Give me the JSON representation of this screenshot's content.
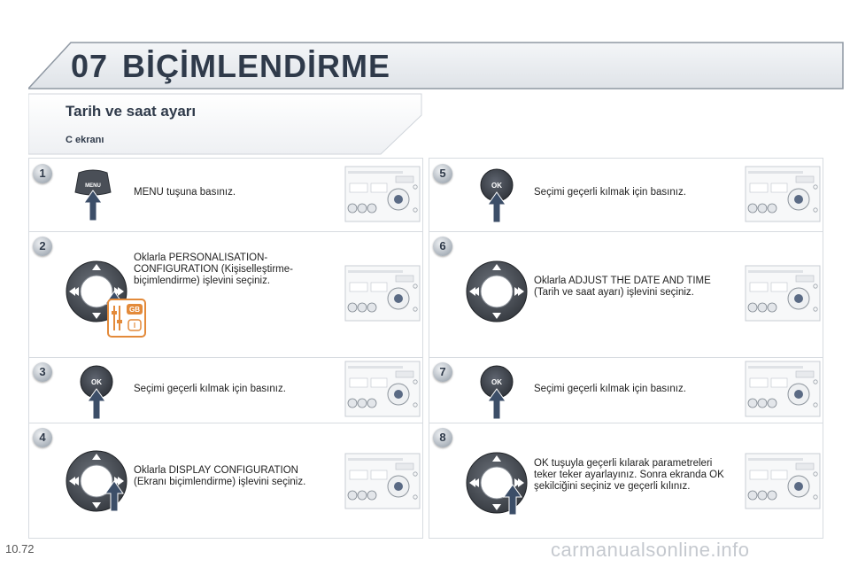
{
  "header": {
    "chapter_number": "07",
    "chapter_title": "BİÇİMLENDİRME"
  },
  "section": {
    "title": "Tarih ve saat ayarı",
    "screen_label": "C ekranı"
  },
  "icons": {
    "menu_button": "menu-button-icon",
    "ok_button": "ok-button-icon",
    "dpad": "direction-pad-icon",
    "arrow": "press-arrow-icon",
    "radio": "car-radio-icon",
    "eq": "equalizer-settings-icon"
  },
  "labels": {
    "menu_key": "MENU",
    "ok_key": "OK",
    "eq_top": "GB",
    "eq_bottom": "I"
  },
  "colors": {
    "accent": "#2f3a4a",
    "badge": "#aab2bb",
    "eq_orange": "#e38a3a"
  },
  "steps": [
    {
      "number": "1",
      "text": "MENU tuşuna basınız."
    },
    {
      "number": "2",
      "text": "Oklarla PERSONALISATION-CONFIGURATION (Kişiselleştirme-biçimlendirme) işlevini seçiniz."
    },
    {
      "number": "3",
      "text": "Seçimi geçerli kılmak için basınız."
    },
    {
      "number": "4",
      "text": "Oklarla DISPLAY CONFIGURATION (Ekranı biçimlendirme) işlevini seçiniz."
    },
    {
      "number": "5",
      "text": "Seçimi geçerli kılmak için basınız."
    },
    {
      "number": "6",
      "text": "Oklarla ADJUST THE DATE AND TIME (Tarih ve saat ayarı) işlevini seçiniz."
    },
    {
      "number": "7",
      "text": "Seçimi geçerli kılmak için basınız."
    },
    {
      "number": "8",
      "text": "OK tuşuyla geçerli kılarak parametreleri teker teker ayarlayınız. Sonra ekranda OK şekilciğini seçiniz ve geçerli kılınız."
    }
  ],
  "footer": {
    "page_number": "10.72",
    "watermark": "carmanualsonline.info"
  }
}
